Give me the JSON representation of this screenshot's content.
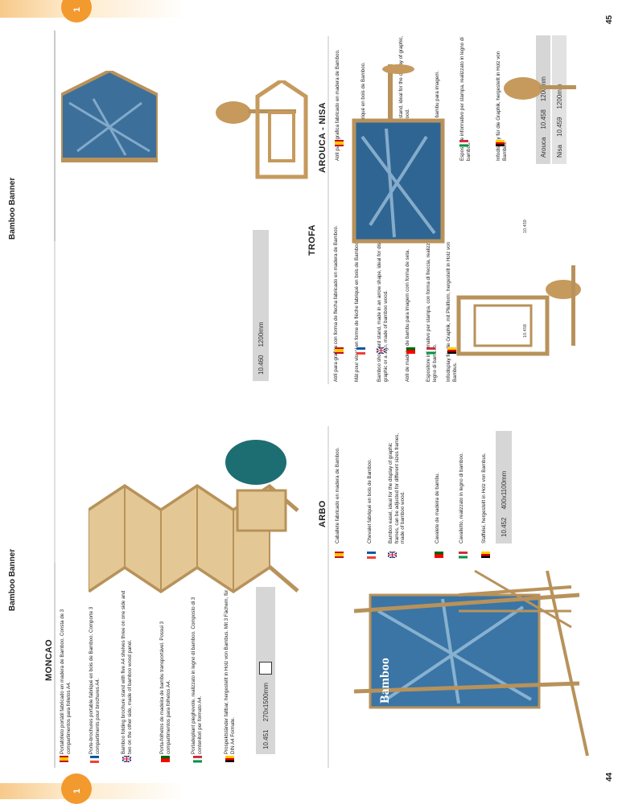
{
  "pages": {
    "left_number": "44",
    "right_number": "45",
    "tab_label": "1"
  },
  "header": {
    "left_title": "Bamboo Banner",
    "right_title": "Bamboo Banner"
  },
  "moncao": {
    "title": "MONCAO",
    "es": "Portafolleto portátil fabricado en madera de Bamboo. Consta de 3 compartimentos para folletos A4.",
    "fr": "Porte-brochures portable fabriqué en bois de Bamboo. Comporte 3 compartiments pour brochures A4.",
    "en": "Bamboo folding brochure stand with five A4 shelves three on one side and two on the other side, made of bamboo wood panel.",
    "pt": "Porta-folhetos de madeira de bambu transportável. Possui 3 compartimentos para folhetos A4.",
    "it": "Portadepliant pieghevole, realizzato in legno di bamboo. Composto di 3 contenitori per formato A4.",
    "de": "Prospektständer faltbar, hergestellt in Holz von Bambus. Mit 3 Fächern, für DIN A4 Formate.",
    "code": "10.451",
    "size": "270x1500mm"
  },
  "arbo": {
    "title": "ARBO",
    "es": "Caballete fabricado en madera de Bamboo.",
    "fr": "Chevalet fabriqué en bois de Bamboo.",
    "en": "Bamboo easel, ideal for the display of graphic frames, can be adjusted for different sizes frames, made of bamboo wood.",
    "pt": "Cavalete de madeira de bambu.",
    "it": "Cavalletto, realizzato in legno di bamboo.",
    "de": "Staffelei, hergestellt in Holz von Bambus.",
    "code": "10.452",
    "size": "400x1100mm",
    "banner_text": "Bamboo"
  },
  "trofa": {
    "title": "TROFA",
    "es": "Atril para grafica con forma de flecha fabricado en madera de Bamboo.",
    "fr": "Mât pour visuel en forme de flèche fabriqué en bois de Bamboo.",
    "en": "Bamboo showcard stand, made in an arrow shape, ideal for displaying a graphic or a sign, made of bamboo wood.",
    "pt": "Atril de madeira de bambu para imagem com forma de seta.",
    "it": "Espositore informativo per stampa, con forma di freccia, realizzato in legno di bamboo.",
    "de": "Infodisplay für die Graphik, mit Pfeilform, hergestellt in Holz von Bambus.",
    "code": "10.460",
    "size": "1200mm"
  },
  "arouca_nisa": {
    "title": "AROUCA - NISA",
    "es": "Atril para grafica fabricado en madera de Bamboo.",
    "fr": "Mât pour visuel fabriqué en bois de Bamboo.",
    "en": "Bamboo showcard stand, ideal for the display of graphic, made of bamboo wood.",
    "pt": "Atril de madeira de bambu para imagem.",
    "it": "Espositore informativo per stampa, realizzato in legno di bamboo.",
    "de": "Infodisplay für die Graphik, hergestellt in Holz von Bambus.",
    "rows": [
      {
        "name": "Arouca",
        "code": "10.458",
        "size": "1200mm"
      },
      {
        "name": "Nisa",
        "code": "10.459",
        "size": "1200mm"
      }
    ],
    "label_left": "10.458",
    "label_right": "10.459"
  },
  "colors": {
    "accent": "#f39a2e",
    "bamboo": "#c9a063",
    "pill": "#d6d6d6"
  }
}
